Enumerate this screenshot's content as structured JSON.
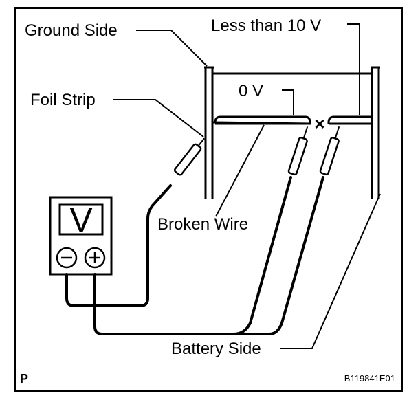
{
  "labels": {
    "ground_side": "Ground Side",
    "less_than": "Less than 10 V",
    "foil_strip": "Foil Strip",
    "zero_v": "0 V",
    "broken_wire": "Broken Wire",
    "battery_side": "Battery Side",
    "break_mark": "×",
    "corner_letter": "P",
    "figure_code": "B119841E01"
  },
  "meter": {
    "display": "V",
    "minus_symbol": "−",
    "plus_symbol": "+"
  }
}
